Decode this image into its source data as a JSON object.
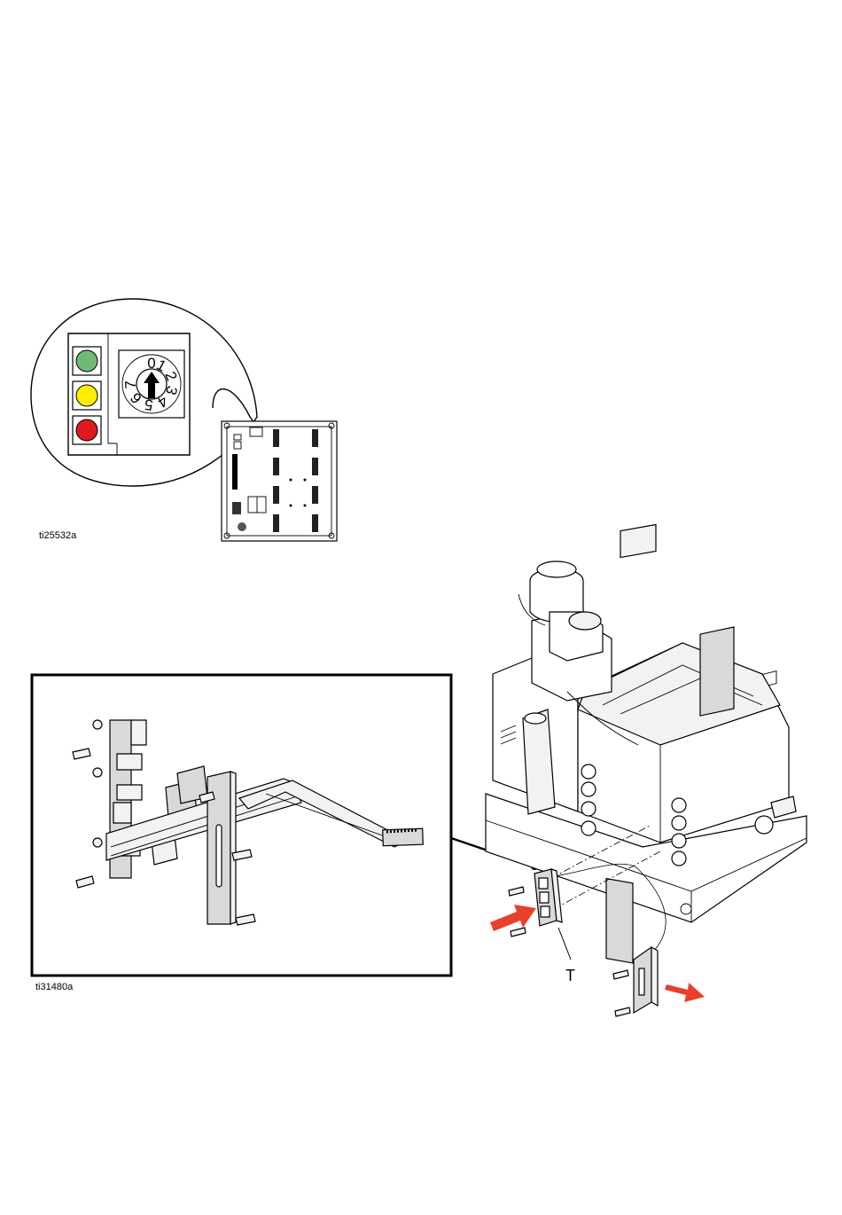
{
  "figure1": {
    "label": "ti25532a",
    "leds": [
      {
        "name": "green-led",
        "color": "#6dbb74"
      },
      {
        "name": "yellow-led",
        "color": "#ffee00"
      },
      {
        "name": "red-led",
        "color": "#dd1a1f"
      }
    ],
    "dial_numbers": [
      "0",
      "1",
      "2",
      "3",
      "4",
      "5",
      "6",
      "7"
    ]
  },
  "figure2": {
    "label": "ti31480a",
    "callout": "T",
    "arrow_color": "#e8402a"
  }
}
